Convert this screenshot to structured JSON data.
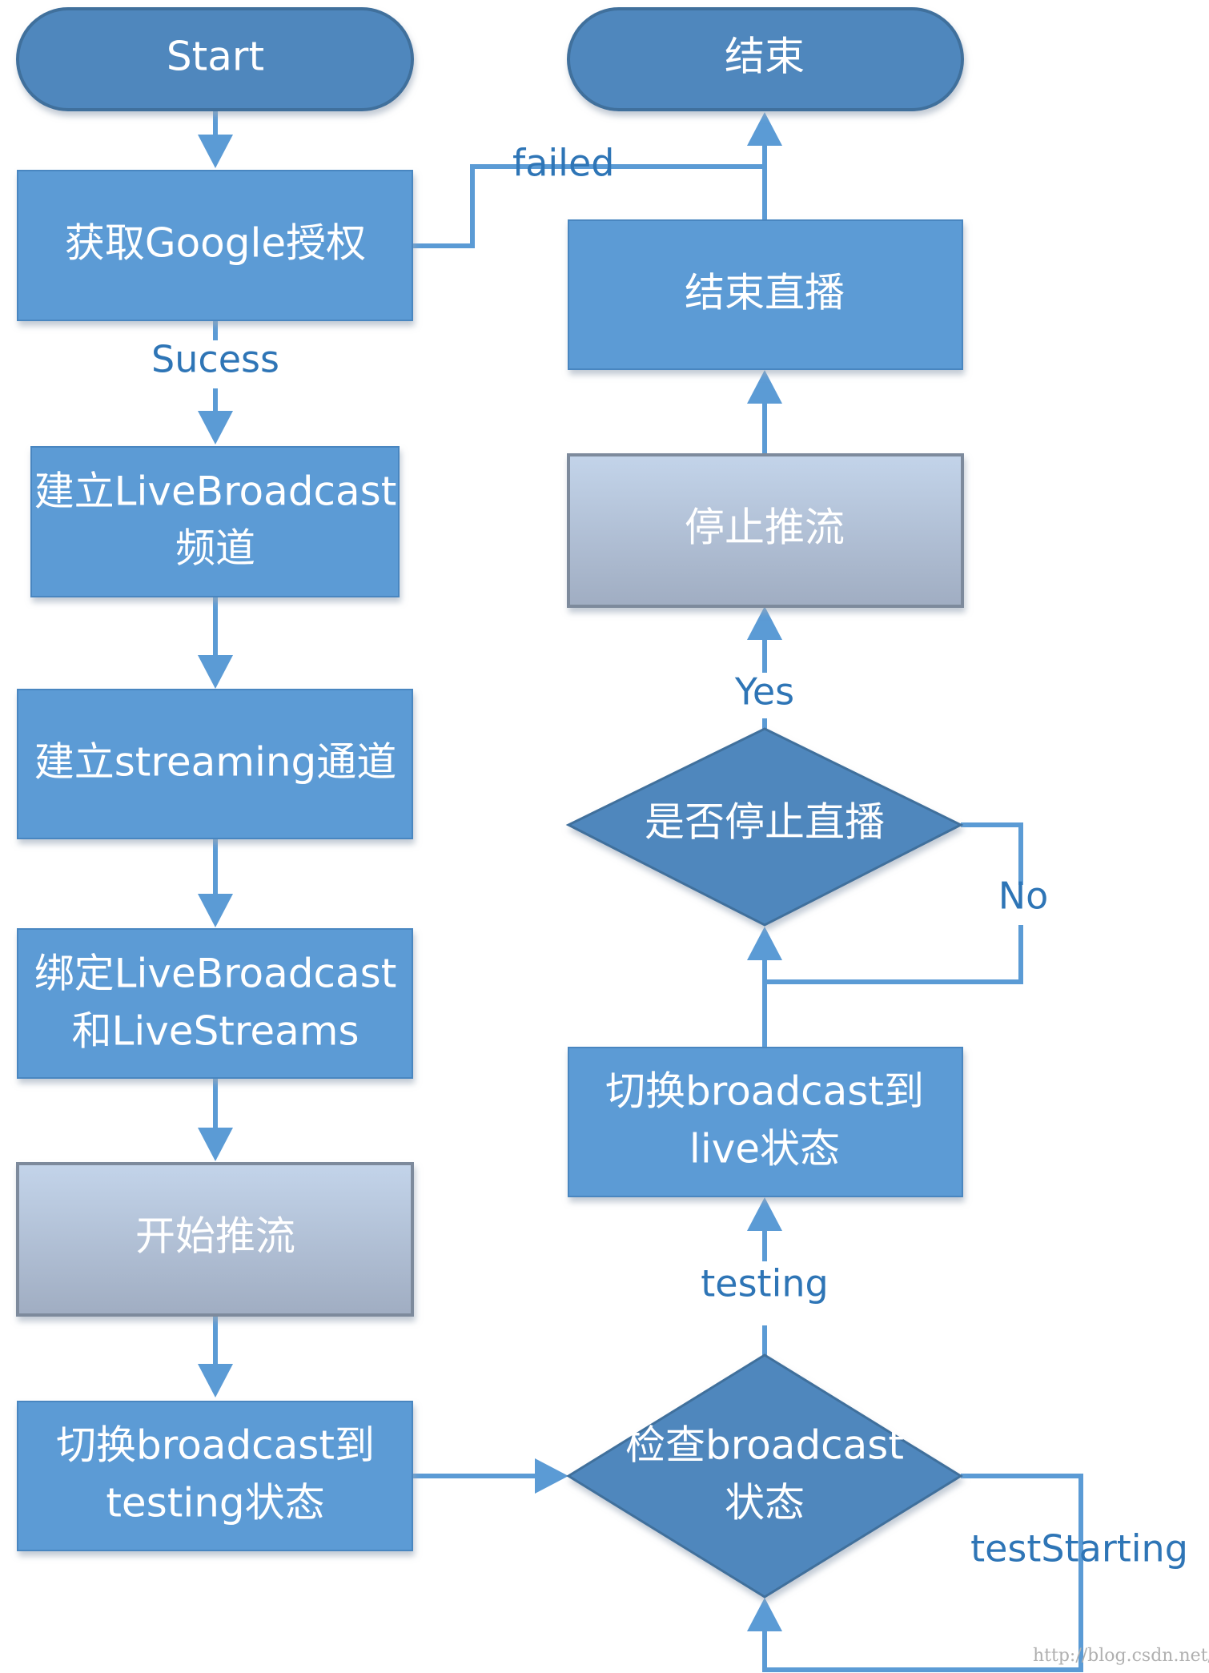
{
  "nodes": {
    "start": "Start",
    "end": "结束",
    "auth": "获取Google授权",
    "create_broadcast": [
      "建立LiveBroadcast",
      "频道"
    ],
    "create_stream": "建立streaming通道",
    "bind": [
      "绑定LiveBroadcast",
      "和LiveStreams"
    ],
    "start_push": "开始推流",
    "to_testing": [
      "切换broadcast到",
      "testing状态"
    ],
    "check_status": [
      "检查broadcast",
      "状态"
    ],
    "to_live": [
      "切换broadcast到",
      "live状态"
    ],
    "stop_decision": "是否停止直播",
    "stop_push": "停止推流",
    "end_live": "结束直播"
  },
  "edge_labels": {
    "failed": "failed",
    "sucess": "Sucess",
    "yes": "Yes",
    "no": "No",
    "testing": "testing",
    "test_starting": "testStarting"
  },
  "watermark": "http://blog.csdn.net/",
  "colors": {
    "box_fill": "#5b9bd5",
    "box_stroke": "#4a86c0",
    "diamond_fill": "#4f87bd",
    "terminal_fill": "#4f87bd",
    "gray_box_top": "#c3d4ea",
    "gray_box_bottom": "#a3b0c4",
    "edge": "#5b9bd5",
    "label_text": "#2e75b6"
  }
}
